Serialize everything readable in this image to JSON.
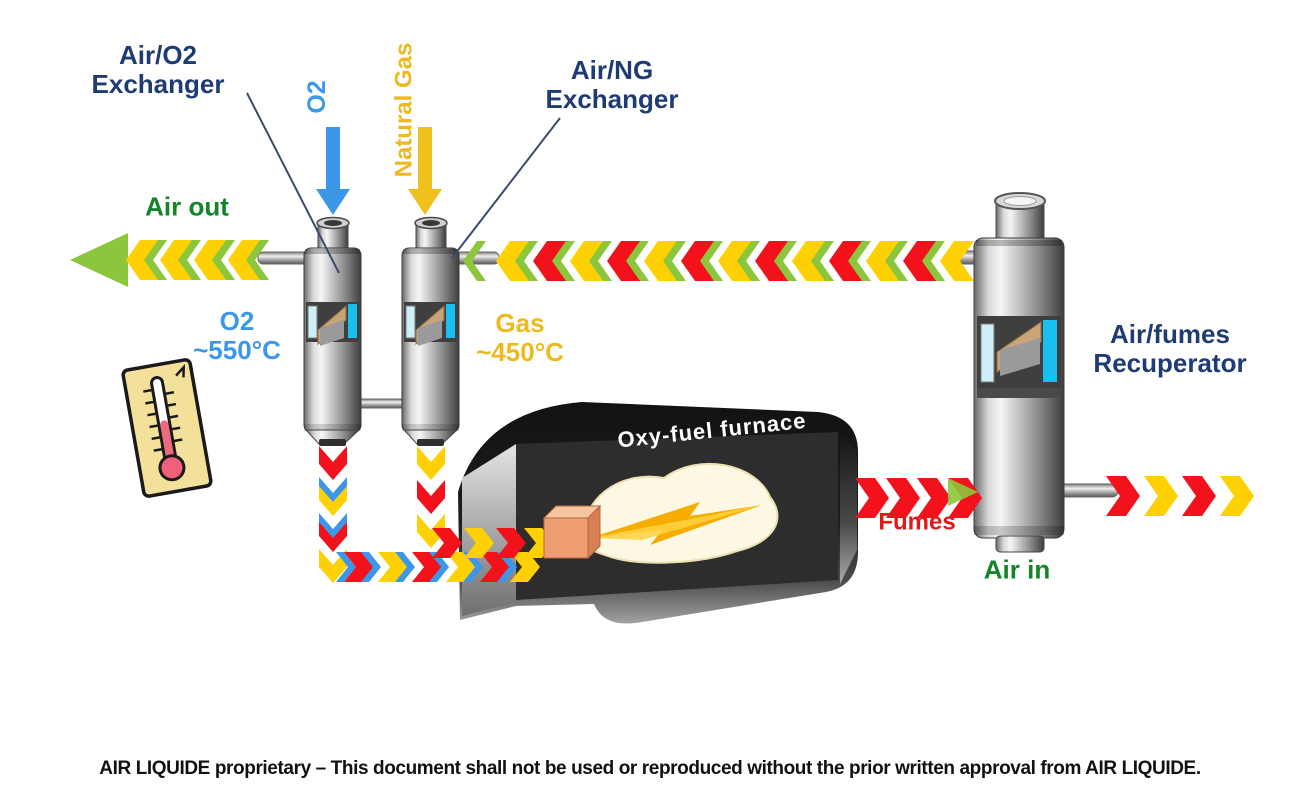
{
  "diagram": {
    "equipment_labels": {
      "air_o2_exchanger": {
        "line1": "Air/O2",
        "line2": "Exchanger"
      },
      "air_ng_exchanger": {
        "line1": "Air/NG",
        "line2": "Exchanger"
      },
      "recuperator": {
        "line1": "Air/fumes",
        "line2": "Recuperator"
      },
      "furnace": "Oxy-fuel furnace"
    },
    "stream_labels": {
      "o2_input": "O2",
      "natural_gas_input": "Natural Gas",
      "air_out": "Air out",
      "air_in": "Air in",
      "fumes": "Fumes"
    },
    "temperatures": {
      "o2": {
        "line1": "O2",
        "line2": "~550°C"
      },
      "gas": {
        "line1": "Gas",
        "line2": "~450°C"
      }
    },
    "icons": {
      "thermometer": "thermometer-icon"
    },
    "colors": {
      "label_navy": "#1F3B73",
      "o2_blue": "#3D97E8",
      "gas_gold": "#EDB91E",
      "green_text": "#118527",
      "fumes_red": "#E81515",
      "chevron_yellow": "#FFD103",
      "chevron_red": "#F3111B",
      "chevron_green": "#8CC63C",
      "chevron_blue": "#3D97E8",
      "flame_core": "#F6AC00"
    }
  },
  "footer": {
    "text": "AIR LIQUIDE proprietary – This document shall not be used or reproduced without the prior written approval from AIR LIQUIDE."
  }
}
